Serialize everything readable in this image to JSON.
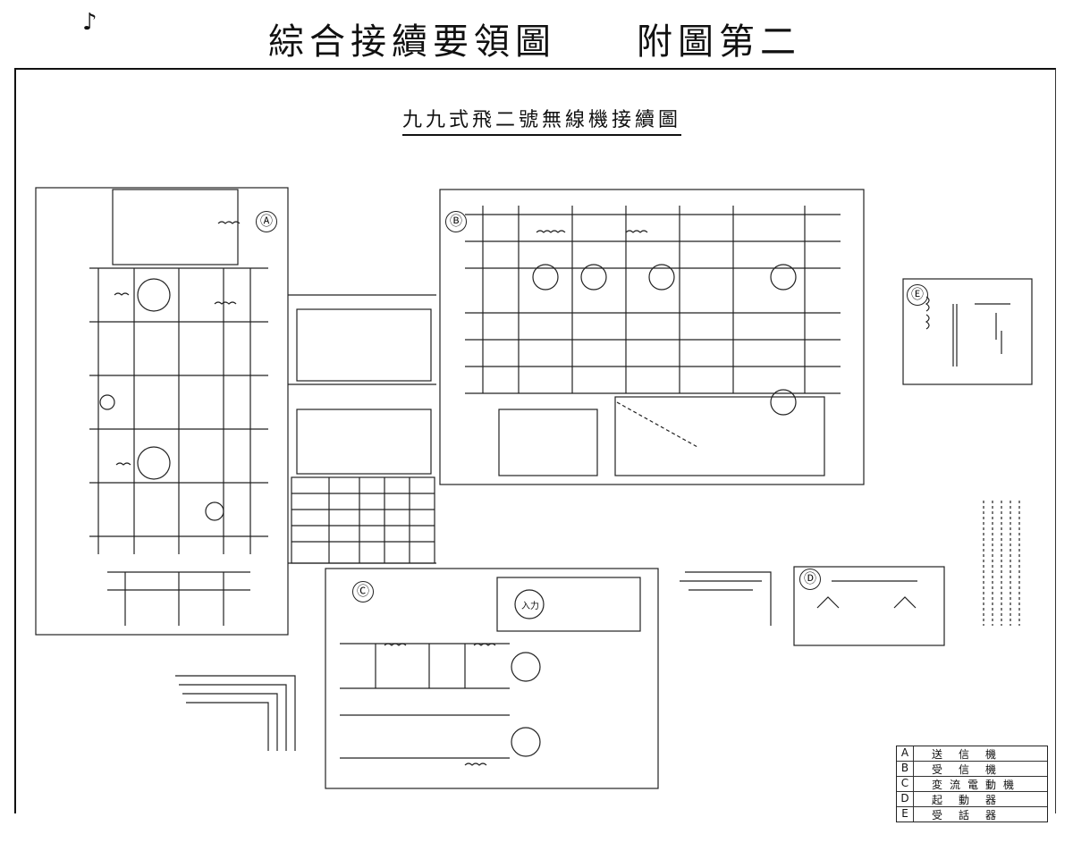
{
  "header": {
    "mark": "♪",
    "title": "綜合接續要領圖",
    "figure": "附圖第二"
  },
  "diagram": {
    "subtitle": "九九式飛二號無線機接續圖",
    "blocks": [
      {
        "id": "A",
        "label": "Ⓐ"
      },
      {
        "id": "B",
        "label": "Ⓑ"
      },
      {
        "id": "C",
        "label": "Ⓒ"
      },
      {
        "id": "D",
        "label": "Ⓓ"
      },
      {
        "id": "E",
        "label": "Ⓔ"
      }
    ],
    "meters": [
      {
        "id": "m1",
        "label": "入力"
      }
    ]
  },
  "legend": {
    "rows": [
      {
        "key": "A",
        "value": "送信機"
      },
      {
        "key": "B",
        "value": "受信機"
      },
      {
        "key": "C",
        "value": "変流電動機"
      },
      {
        "key": "D",
        "value": "起動器"
      },
      {
        "key": "E",
        "value": "受話器"
      }
    ]
  }
}
